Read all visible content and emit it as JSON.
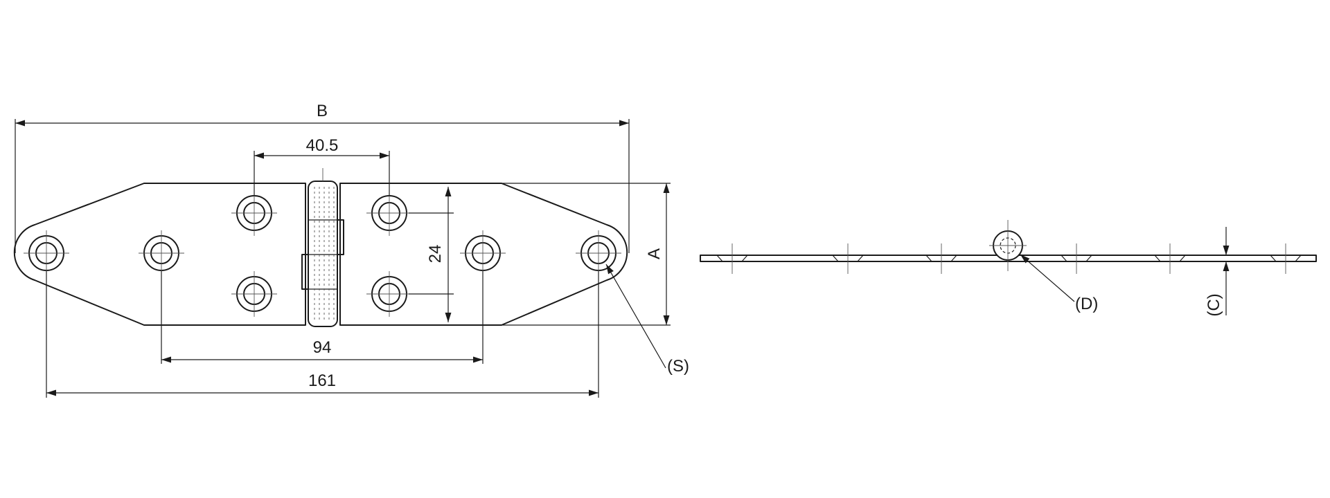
{
  "diagram": {
    "dimension_labels": {
      "overall_length": "B",
      "pin_hole_spacing": "40.5",
      "hole_row_spacing": "24",
      "leaf_width": "A",
      "inner_hole_spacing": "94",
      "outer_hole_spacing": "161",
      "screw_hole": "(S)",
      "pin_diameter": "(D)",
      "thickness": "(C)"
    },
    "colors": {
      "line": "#1a1a1a",
      "background": "#ffffff"
    }
  }
}
